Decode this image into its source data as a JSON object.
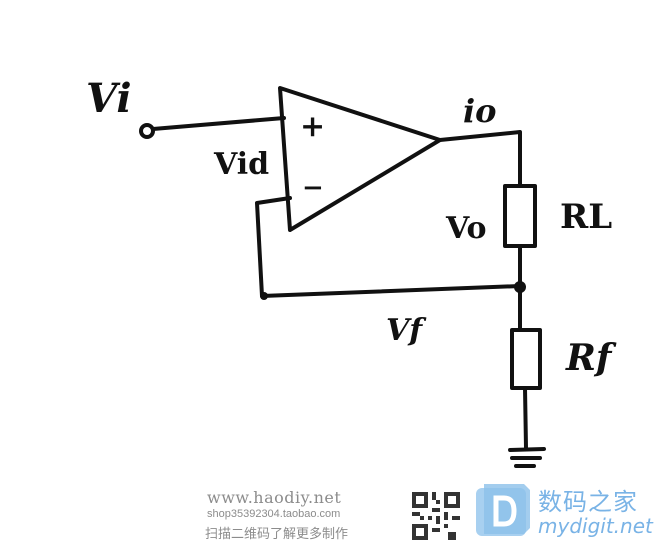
{
  "diagram": {
    "labels": {
      "vi": "Vi",
      "vid": "Vid",
      "plus": "+",
      "minus": "−",
      "io": "io",
      "vo": "Vo",
      "rl": "RL",
      "vf": "Vf",
      "rf": "Rf"
    }
  },
  "watermark": {
    "site": "www.haodiy.net",
    "shop": "shop35392304.taobao.com",
    "scan_text": "扫描二维码了解更多制作",
    "brand_cn": "数码之家",
    "brand_en": "mydigit.net",
    "color": "#79b3e6"
  }
}
